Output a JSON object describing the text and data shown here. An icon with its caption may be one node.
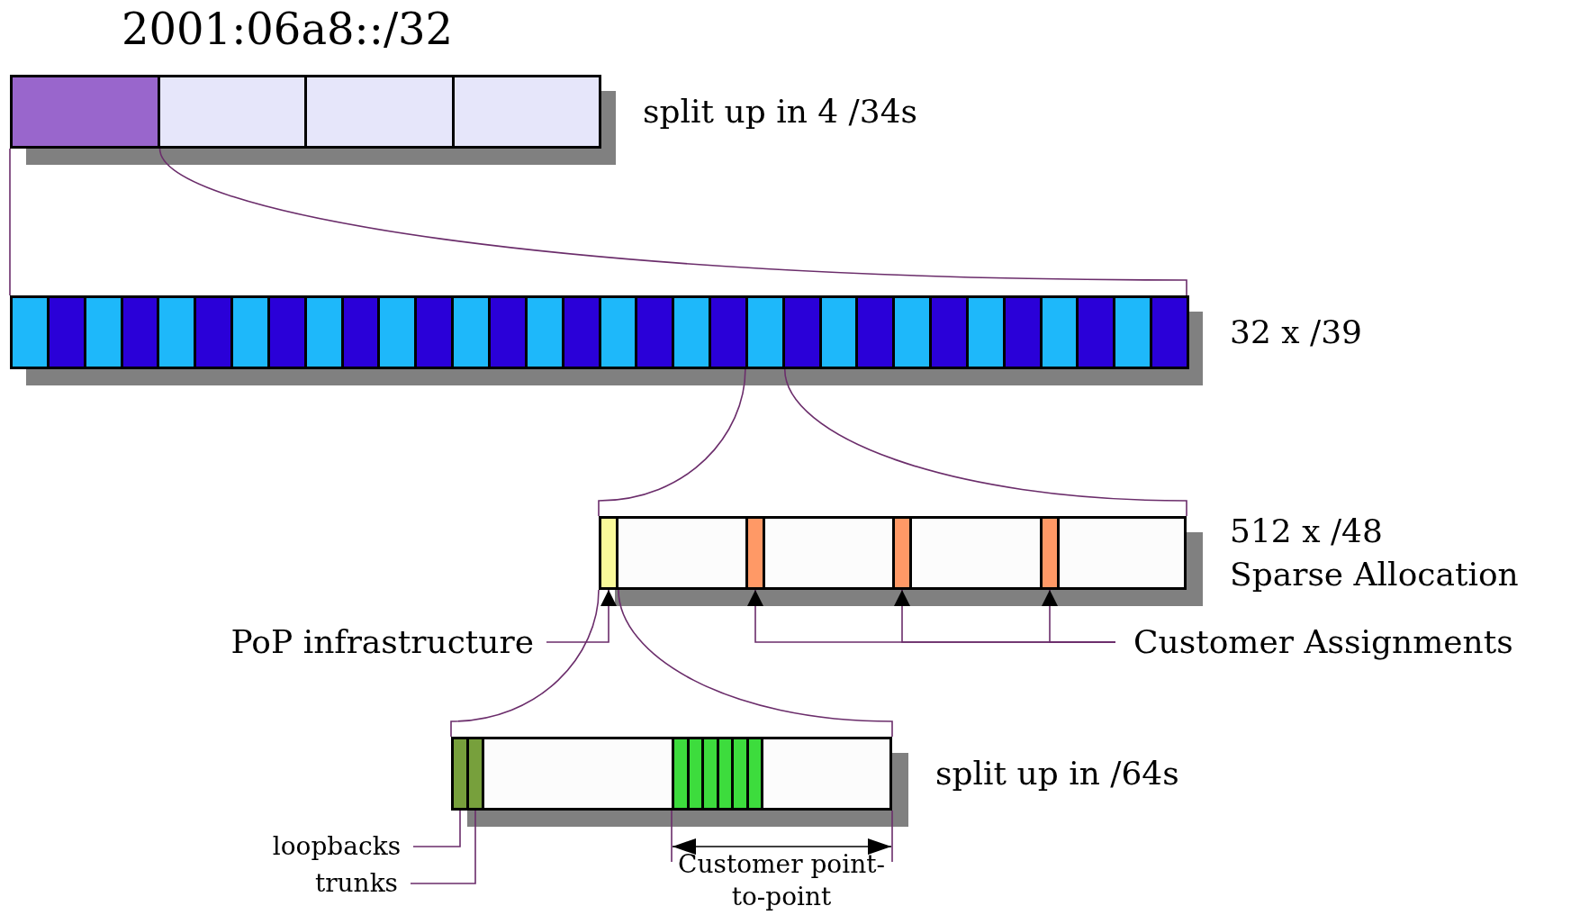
{
  "diagram": {
    "title": "2001:06a8::/32",
    "nodes": [
      {
        "text": [],
        "shape": "bar",
        "beside": [
          "split up in 4 /34s"
        ]
      },
      {
        "text": [],
        "shape": "box",
        "in": 0
      },
      {
        "text": [],
        "shape": "box",
        "in": 0
      },
      {
        "text": [],
        "shape": "box",
        "in": 0
      },
      {
        "text": [],
        "shape": "box",
        "in": 0
      },
      {
        "text": [],
        "shape": "bar",
        "beside": [
          "32 x /39"
        ]
      },
      {
        "text": [],
        "shape": "box",
        "in": 5
      },
      {
        "text": [],
        "shape": "box",
        "in": 5
      },
      {
        "text": [],
        "shape": "box",
        "in": 5
      },
      {
        "text": [],
        "shape": "box",
        "in": 5
      },
      {
        "text": [],
        "shape": "box",
        "in": 5
      },
      {
        "text": [],
        "shape": "box",
        "in": 5
      },
      {
        "text": [],
        "shape": "box",
        "in": 5
      },
      {
        "text": [],
        "shape": "box",
        "in": 5
      },
      {
        "text": [],
        "shape": "box",
        "in": 5
      },
      {
        "text": [],
        "shape": "box",
        "in": 5
      },
      {
        "text": [],
        "shape": "box",
        "in": 5
      },
      {
        "text": [],
        "shape": "box",
        "in": 5
      },
      {
        "text": [],
        "shape": "box",
        "in": 5
      },
      {
        "text": [],
        "shape": "box",
        "in": 5
      },
      {
        "text": [],
        "shape": "box",
        "in": 5
      },
      {
        "text": [],
        "shape": "box",
        "in": 5
      },
      {
        "text": [],
        "shape": "box",
        "in": 5
      },
      {
        "text": [],
        "shape": "box",
        "in": 5
      },
      {
        "text": [],
        "shape": "box",
        "in": 5
      },
      {
        "text": [],
        "shape": "box",
        "in": 5
      },
      {
        "text": [],
        "shape": "box",
        "in": 5
      },
      {
        "text": [],
        "shape": "box",
        "in": 5
      },
      {
        "text": [],
        "shape": "box",
        "in": 5
      },
      {
        "text": [],
        "shape": "box",
        "in": 5
      },
      {
        "text": [],
        "shape": "box",
        "in": 5
      },
      {
        "text": [],
        "shape": "box",
        "in": 5
      },
      {
        "text": [],
        "shape": "box",
        "in": 5
      },
      {
        "text": [],
        "shape": "box",
        "in": 5
      },
      {
        "text": [],
        "shape": "box",
        "in": 5
      },
      {
        "text": [],
        "shape": "box",
        "in": 5
      },
      {
        "text": [],
        "shape": "box",
        "in": 5
      },
      {
        "text": [],
        "shape": "box",
        "in": 5
      },
      {
        "text": [],
        "shape": "bar",
        "beside": [
          "512 x /48",
          "Sparse Allocation"
        ]
      },
      {
        "text": [],
        "shape": "box",
        "in": 38
      },
      {
        "text": [],
        "shape": "box",
        "in": 38
      },
      {
        "text": [],
        "shape": "box",
        "in": 38
      },
      {
        "text": [],
        "shape": "box",
        "in": 38
      },
      {
        "text": [],
        "shape": "bar",
        "beside": [
          "split up in /64s"
        ]
      },
      {
        "text": [],
        "shape": "box",
        "in": 43
      },
      {
        "text": [],
        "shape": "box",
        "in": 43
      },
      {
        "text": [],
        "shape": "box",
        "in": 43
      },
      {
        "text": [],
        "shape": "box",
        "in": 43
      },
      {
        "text": [],
        "shape": "box",
        "in": 43
      },
      {
        "text": [],
        "shape": "box",
        "in": 43
      },
      {
        "text": [],
        "shape": "box",
        "in": 43
      },
      {
        "text": [],
        "shape": "box",
        "in": 43
      },
      {
        "text": [
          "PoP infrastructure"
        ]
      },
      {
        "text": [
          "Customer Assignments"
        ]
      },
      {
        "text": [
          "loopbacks"
        ]
      },
      {
        "text": [
          "trunks"
        ]
      }
    ],
    "edges": [
      {
        "from": 1,
        "to": 5,
        "arrow": "none"
      },
      {
        "from": 1,
        "to": 5,
        "arrow": "none"
      },
      {
        "from": 26,
        "to": 38,
        "arrow": "none"
      },
      {
        "from": 26,
        "to": 38,
        "arrow": "none"
      },
      {
        "from": 39,
        "to": 43,
        "arrow": "none"
      },
      {
        "from": 39,
        "to": 43,
        "arrow": "none"
      },
      {
        "from": 52,
        "to": 39,
        "arrow": "to"
      },
      {
        "from": 53,
        "to": 40,
        "arrow": "to"
      },
      {
        "from": 53,
        "to": 41,
        "arrow": "to"
      },
      {
        "from": 53,
        "to": 42,
        "arrow": "to"
      },
      {
        "from": 54,
        "to": 44,
        "arrow": "none"
      },
      {
        "from": 55,
        "to": 45,
        "arrow": "none"
      }
    ],
    "labels": [
      "Customer point-to-point"
    ]
  }
}
